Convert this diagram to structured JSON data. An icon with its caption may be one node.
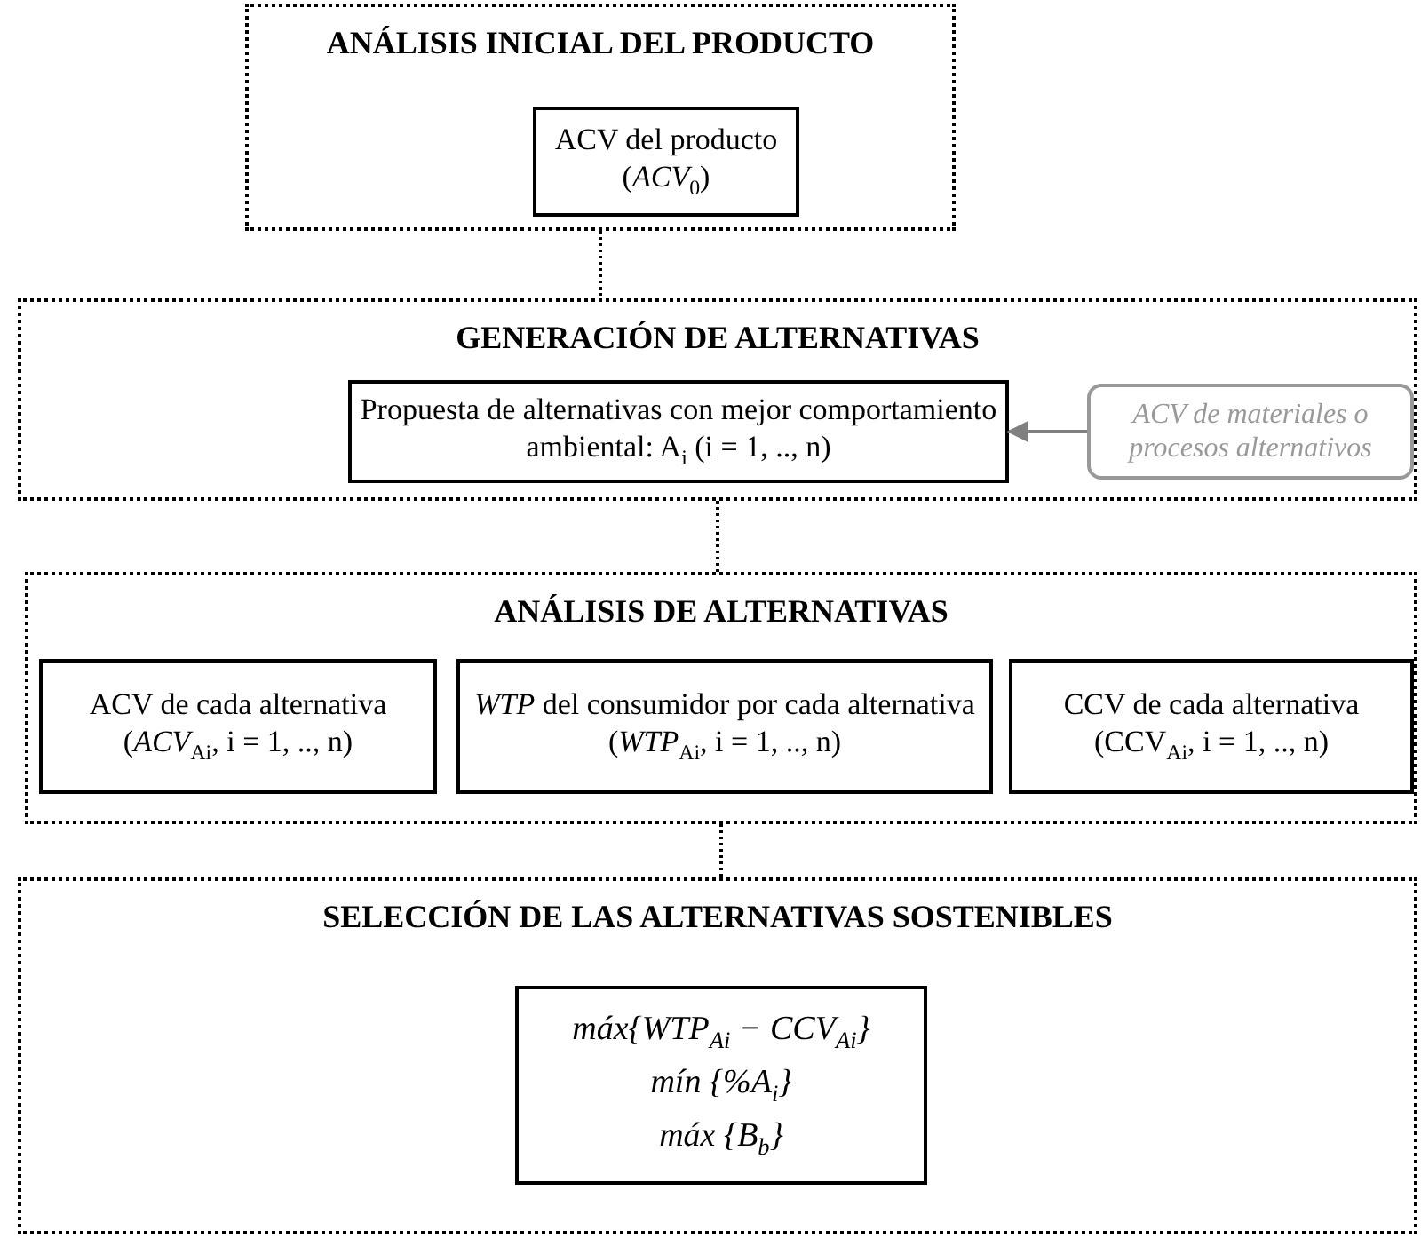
{
  "diagram": {
    "nodes": [
      {
        "text": [
          "ANÁLISIS INICIAL DEL PRODUCTO"
        ]
      },
      {
        "text": [
          "ACV del producto (*ACV*$_{0}$)"
        ],
        "in": 0
      },
      {
        "text": [
          "GENERACIÓN DE ALTERNATIVAS"
        ]
      },
      {
        "text": [
          "Propuesta de alternativas con mejor comportamiento ambiental: A$_{i}$ (i = 1, .., n)"
        ],
        "in": 2
      },
      {
        "text": [
          "ACV de materiales o procesos alternativos"
        ],
        "in": 2
      },
      {
        "text": [
          "ANÁLISIS DE ALTERNATIVAS"
        ]
      },
      {
        "text": [
          "ACV de cada alternativa (*ACV*$_{Ai}$, i = 1, .., n)"
        ],
        "in": 5
      },
      {
        "text": [
          "*WTP* del consumidor por cada alternativa (*WTP*$_{Ai}$, i = 1, .., n)"
        ],
        "in": 5
      },
      {
        "text": [
          "CCV de cada alternativa (CCV$_{Ai}$, i = 1, .., n)"
        ],
        "in": 5
      },
      {
        "text": [
          "SELECCIÓN DE LAS ALTERNATIVAS SOSTENIBLES"
        ]
      },
      {
        "text": [
          "máx{WTP$_{Ai}$ − CCV$_{Ai}$}",
          "mín {%A$_{i}$}",
          "máx {B$_{b}$}"
        ],
        "in": 9
      }
    ],
    "edges": [
      {
        "from": 0,
        "to": 2,
        "arrow": "none",
        "style": "dashed"
      },
      {
        "from": 4,
        "to": 3,
        "arrow": "to",
        "color": "#808080"
      },
      {
        "from": 2,
        "to": 5,
        "arrow": "none",
        "style": "dashed"
      },
      {
        "from": 5,
        "to": 9,
        "arrow": "none",
        "style": "dashed"
      }
    ]
  }
}
